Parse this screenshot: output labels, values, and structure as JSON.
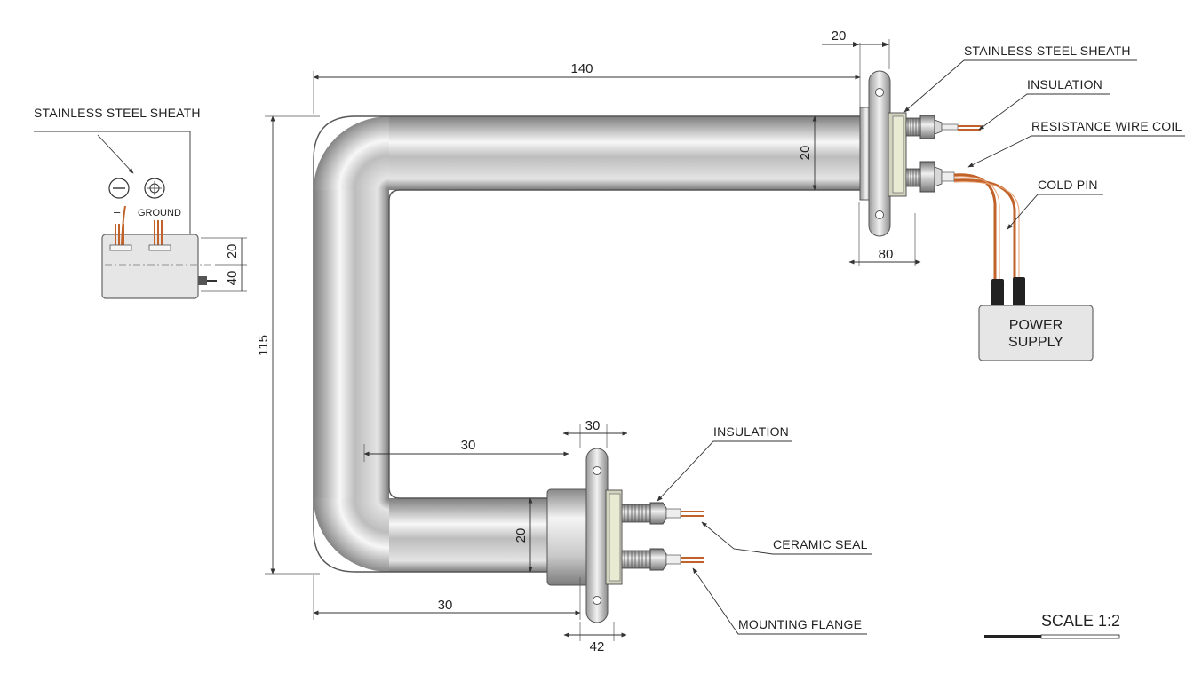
{
  "diagram": {
    "labels": {
      "left_sheath": "STAINLESS STEEL SHEATH",
      "ground": "GROUND",
      "minus": "–",
      "top_sheath": "STAINLESS STEEL SHEATH",
      "top_insulation": "INSULATION",
      "resistance_wire_coil": "RESISTANCE WIRE COIL",
      "cold_pin": "COLD PIN",
      "power_supply_line1": "POWER",
      "power_supply_line2": "SUPPLY",
      "bottom_insulation": "INSULATION",
      "ceramic_seal": "CERAMIC SEAL",
      "mounting_flange": "MOUNTING FLANGE",
      "scale": "SCALE 1:2"
    },
    "dimensions": {
      "top_length": "140",
      "top_flange_width": "20",
      "top_tube_dia": "20",
      "top_flange_span": "80",
      "total_height": "115",
      "inner_offset": "30",
      "bottom_flange_width": "30",
      "bottom_tube_dia": "20",
      "bottom_length": "30",
      "bottom_flange_span": "42",
      "left_box_upper": "20",
      "left_box_lower": "40"
    }
  },
  "colors": {
    "steel_dark": "#8c8c8c",
    "steel_light": "#f5f5f5",
    "copper": "#c0622a",
    "ceramic": "#e8ead2",
    "box_fill": "#e6e6e6"
  }
}
